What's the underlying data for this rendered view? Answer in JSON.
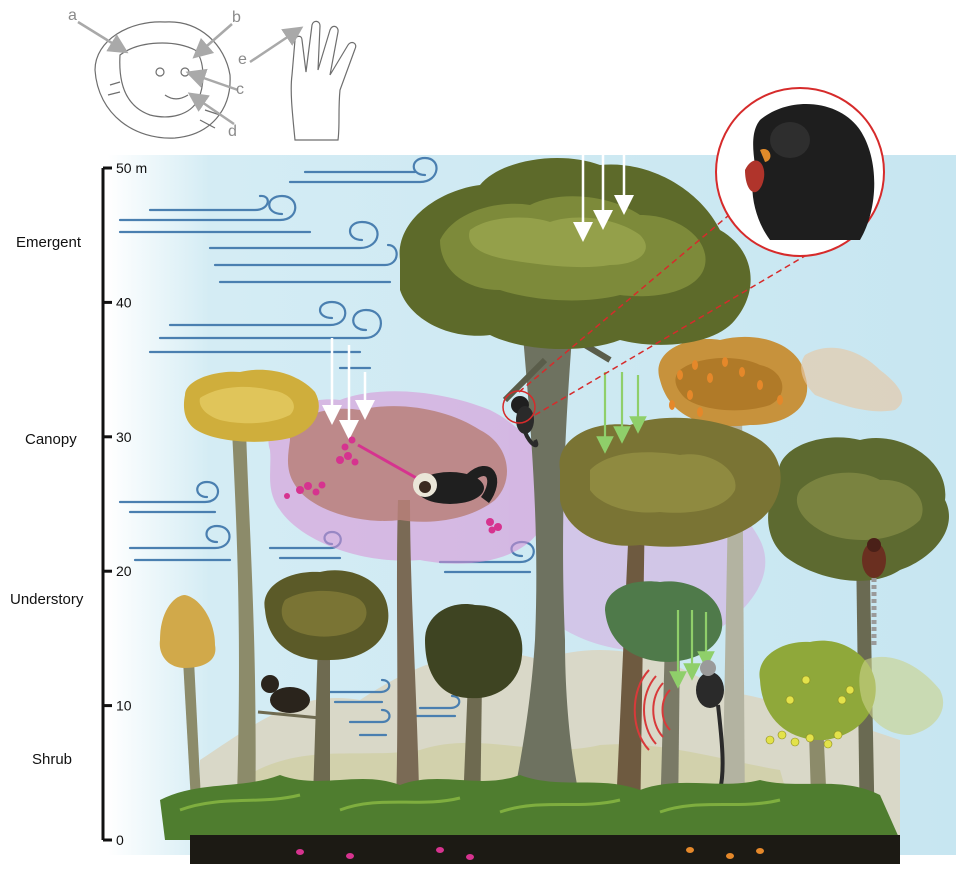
{
  "inset_labels": [
    "a",
    "b",
    "c",
    "d",
    "e"
  ],
  "axis": {
    "ticks": [
      {
        "value": 50,
        "label": "50 m"
      },
      {
        "value": 40,
        "label": "40"
      },
      {
        "value": 30,
        "label": "30"
      },
      {
        "value": 20,
        "label": "20"
      },
      {
        "value": 10,
        "label": "10"
      },
      {
        "value": 0,
        "label": "0"
      }
    ],
    "range": [
      0,
      50
    ]
  },
  "strata": [
    {
      "name": "Emergent"
    },
    {
      "name": "Canopy"
    },
    {
      "name": "Understory"
    },
    {
      "name": "Shrub"
    }
  ],
  "colors": {
    "sky": "#cfe9f3",
    "wind": "#4a7fb0",
    "leaf_dark": "#5b6a2c",
    "leaf_olive": "#7a7a34",
    "leaf_yellow": "#d1b043",
    "pink_haze": "#d98fd6",
    "fruit_pink": "#d6338f",
    "fruit_orange": "#e5882a",
    "fruit_yellow": "#e3e24a",
    "arrow_green": "#8fcf6a",
    "sound_red": "#d83a3a",
    "callout_red": "#d62b2b",
    "ground": "#1c1a14"
  }
}
